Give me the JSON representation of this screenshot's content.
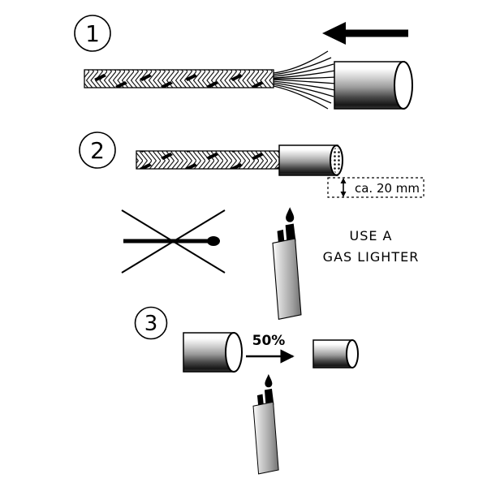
{
  "diagram": {
    "step1_number": "1",
    "step2_number": "2",
    "step3_number": "3",
    "dimension_label": "ca. 20  mm",
    "note_line1": "USE A",
    "note_line2": "GAS LIGHTER",
    "shrink_label": "50%"
  },
  "colors": {
    "ink": "#000000",
    "tube_highlight": "#ffffff",
    "tube_shadow": "#161616",
    "lighter_body": "#b8b8b8"
  }
}
